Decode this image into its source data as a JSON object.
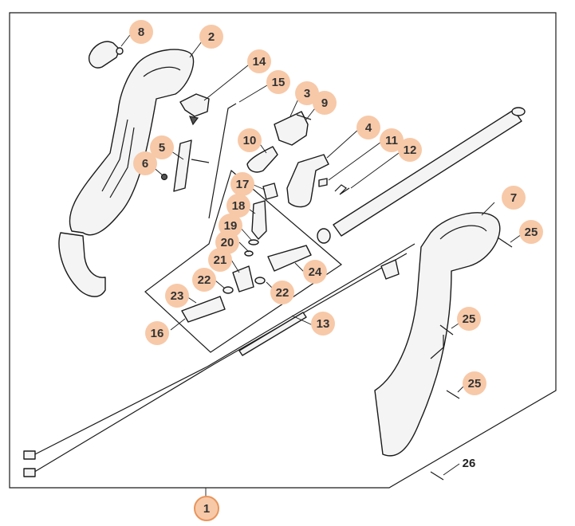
{
  "diagram": {
    "assembly_label": "1",
    "parts": [
      {
        "id": "2",
        "label": "2",
        "style": "badge"
      },
      {
        "id": "3",
        "label": "3",
        "style": "badge"
      },
      {
        "id": "4",
        "label": "4",
        "style": "badge"
      },
      {
        "id": "5",
        "label": "5",
        "style": "badge"
      },
      {
        "id": "6",
        "label": "6",
        "style": "badge"
      },
      {
        "id": "7",
        "label": "7",
        "style": "badge"
      },
      {
        "id": "8",
        "label": "8",
        "style": "badge"
      },
      {
        "id": "9",
        "label": "9",
        "style": "badge"
      },
      {
        "id": "10",
        "label": "10",
        "style": "badge"
      },
      {
        "id": "11",
        "label": "11",
        "style": "badge"
      },
      {
        "id": "12",
        "label": "12",
        "style": "badge"
      },
      {
        "id": "13",
        "label": "13",
        "style": "badge"
      },
      {
        "id": "14",
        "label": "14",
        "style": "badge"
      },
      {
        "id": "15",
        "label": "15",
        "style": "badge"
      },
      {
        "id": "16",
        "label": "16",
        "style": "badge"
      },
      {
        "id": "17",
        "label": "17",
        "style": "badge"
      },
      {
        "id": "18",
        "label": "18",
        "style": "badge"
      },
      {
        "id": "19",
        "label": "19",
        "style": "badge"
      },
      {
        "id": "20",
        "label": "20",
        "style": "badge"
      },
      {
        "id": "21",
        "label": "21",
        "style": "badge"
      },
      {
        "id": "22a",
        "label": "22",
        "style": "badge"
      },
      {
        "id": "22b",
        "label": "22",
        "style": "badge"
      },
      {
        "id": "23",
        "label": "23",
        "style": "badge"
      },
      {
        "id": "24",
        "label": "24",
        "style": "badge"
      },
      {
        "id": "25a",
        "label": "25",
        "style": "badge"
      },
      {
        "id": "25b",
        "label": "25",
        "style": "badge"
      },
      {
        "id": "25c",
        "label": "25",
        "style": "badge"
      },
      {
        "id": "26",
        "label": "26",
        "style": "plain"
      }
    ],
    "colors": {
      "badge_fill": "#f7c9a8",
      "assembly_ring": "#e8955c",
      "line": "#1a1a1a",
      "part_fill": "#f4f4f4"
    }
  }
}
